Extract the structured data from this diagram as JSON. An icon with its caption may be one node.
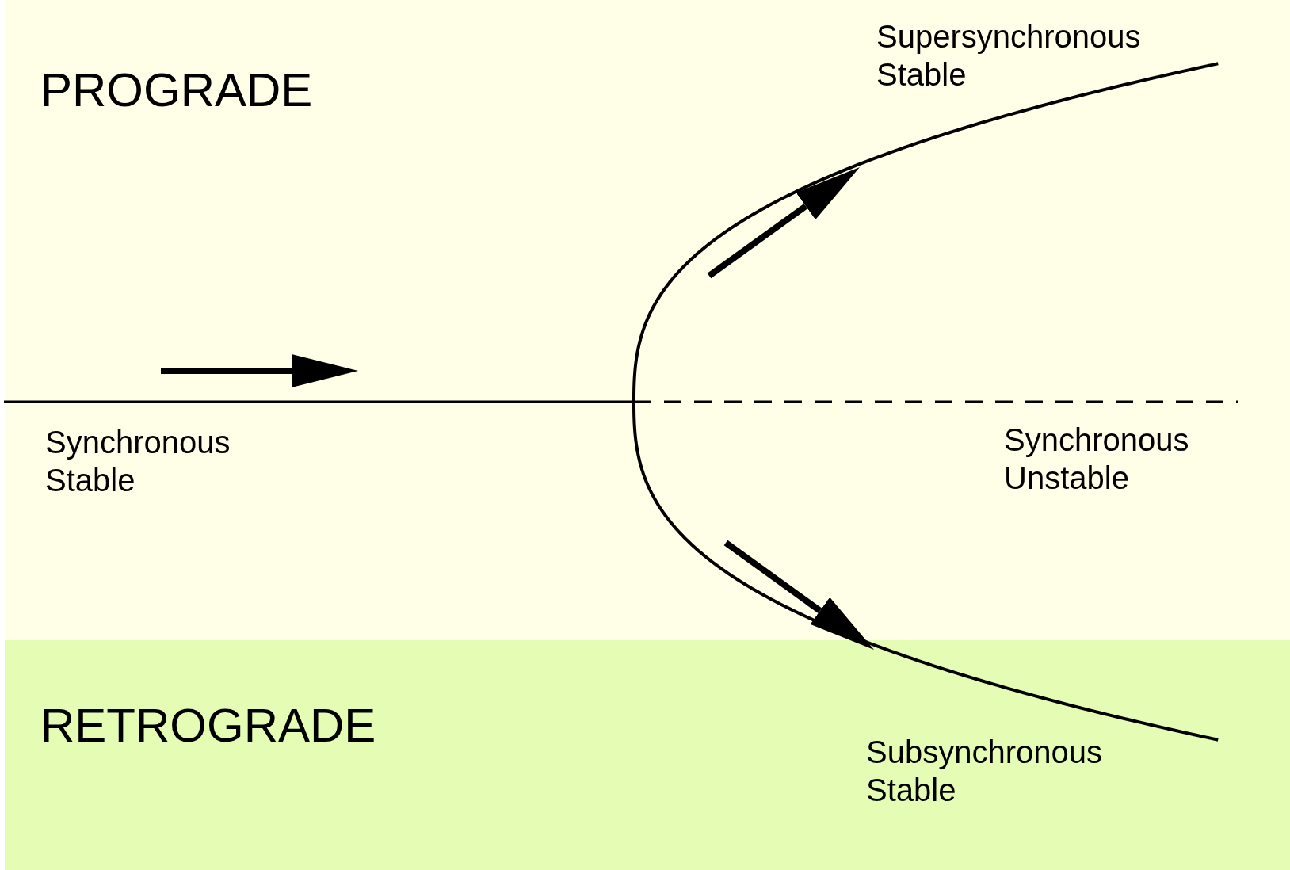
{
  "diagram": {
    "labels": [
      "PROGRADE",
      "Supersynchronous Stable",
      "Synchronous Stable",
      "Synchronous Unstable",
      "RETROGRADE",
      "Subsynchronous Stable"
    ]
  }
}
